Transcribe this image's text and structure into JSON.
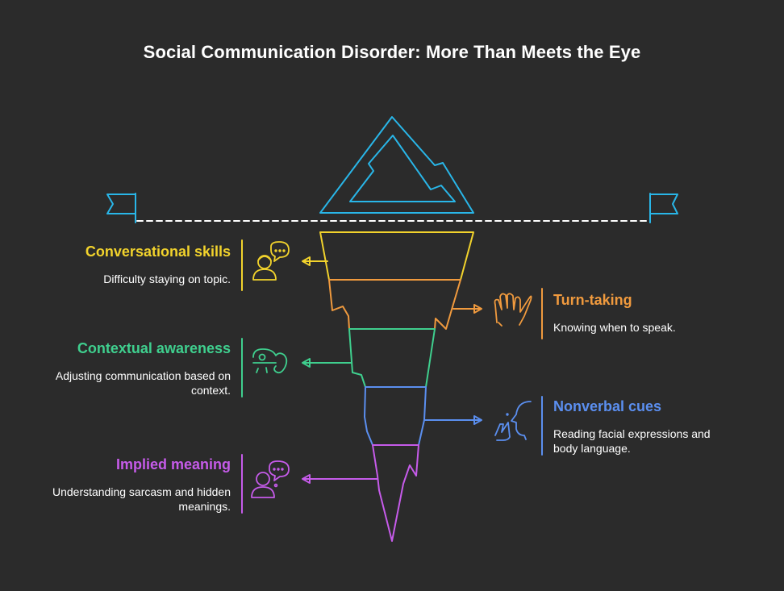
{
  "title": "Social Communication Disorder: More Than Meets the Eye",
  "colors": {
    "background": "#2b2b2b",
    "ice": "#29b6e8",
    "conversational": "#f2d32c",
    "turn_taking": "#f09a3e",
    "contextual": "#3fcf8e",
    "nonverbal": "#5b8ff0",
    "implied": "#c65bea"
  },
  "items": [
    {
      "id": "conversational",
      "title": "Conversational skills",
      "description": "Difficulty staying on topic.",
      "icon": "person-speech-bubble-icon"
    },
    {
      "id": "turn_taking",
      "title": "Turn-taking",
      "description": "Knowing when to speak.",
      "icon": "hand-gesture-icon"
    },
    {
      "id": "contextual",
      "title": "Contextual awareness",
      "description": "Adjusting communication based on context.",
      "icon": "chameleon-icon"
    },
    {
      "id": "nonverbal",
      "title": "Nonverbal cues",
      "description": "Reading facial expressions and body language.",
      "icon": "face-shush-icon"
    },
    {
      "id": "implied",
      "title": "Implied meaning",
      "description": "Understanding sarcasm and hidden meanings.",
      "icon": "person-thinking-icon"
    }
  ]
}
